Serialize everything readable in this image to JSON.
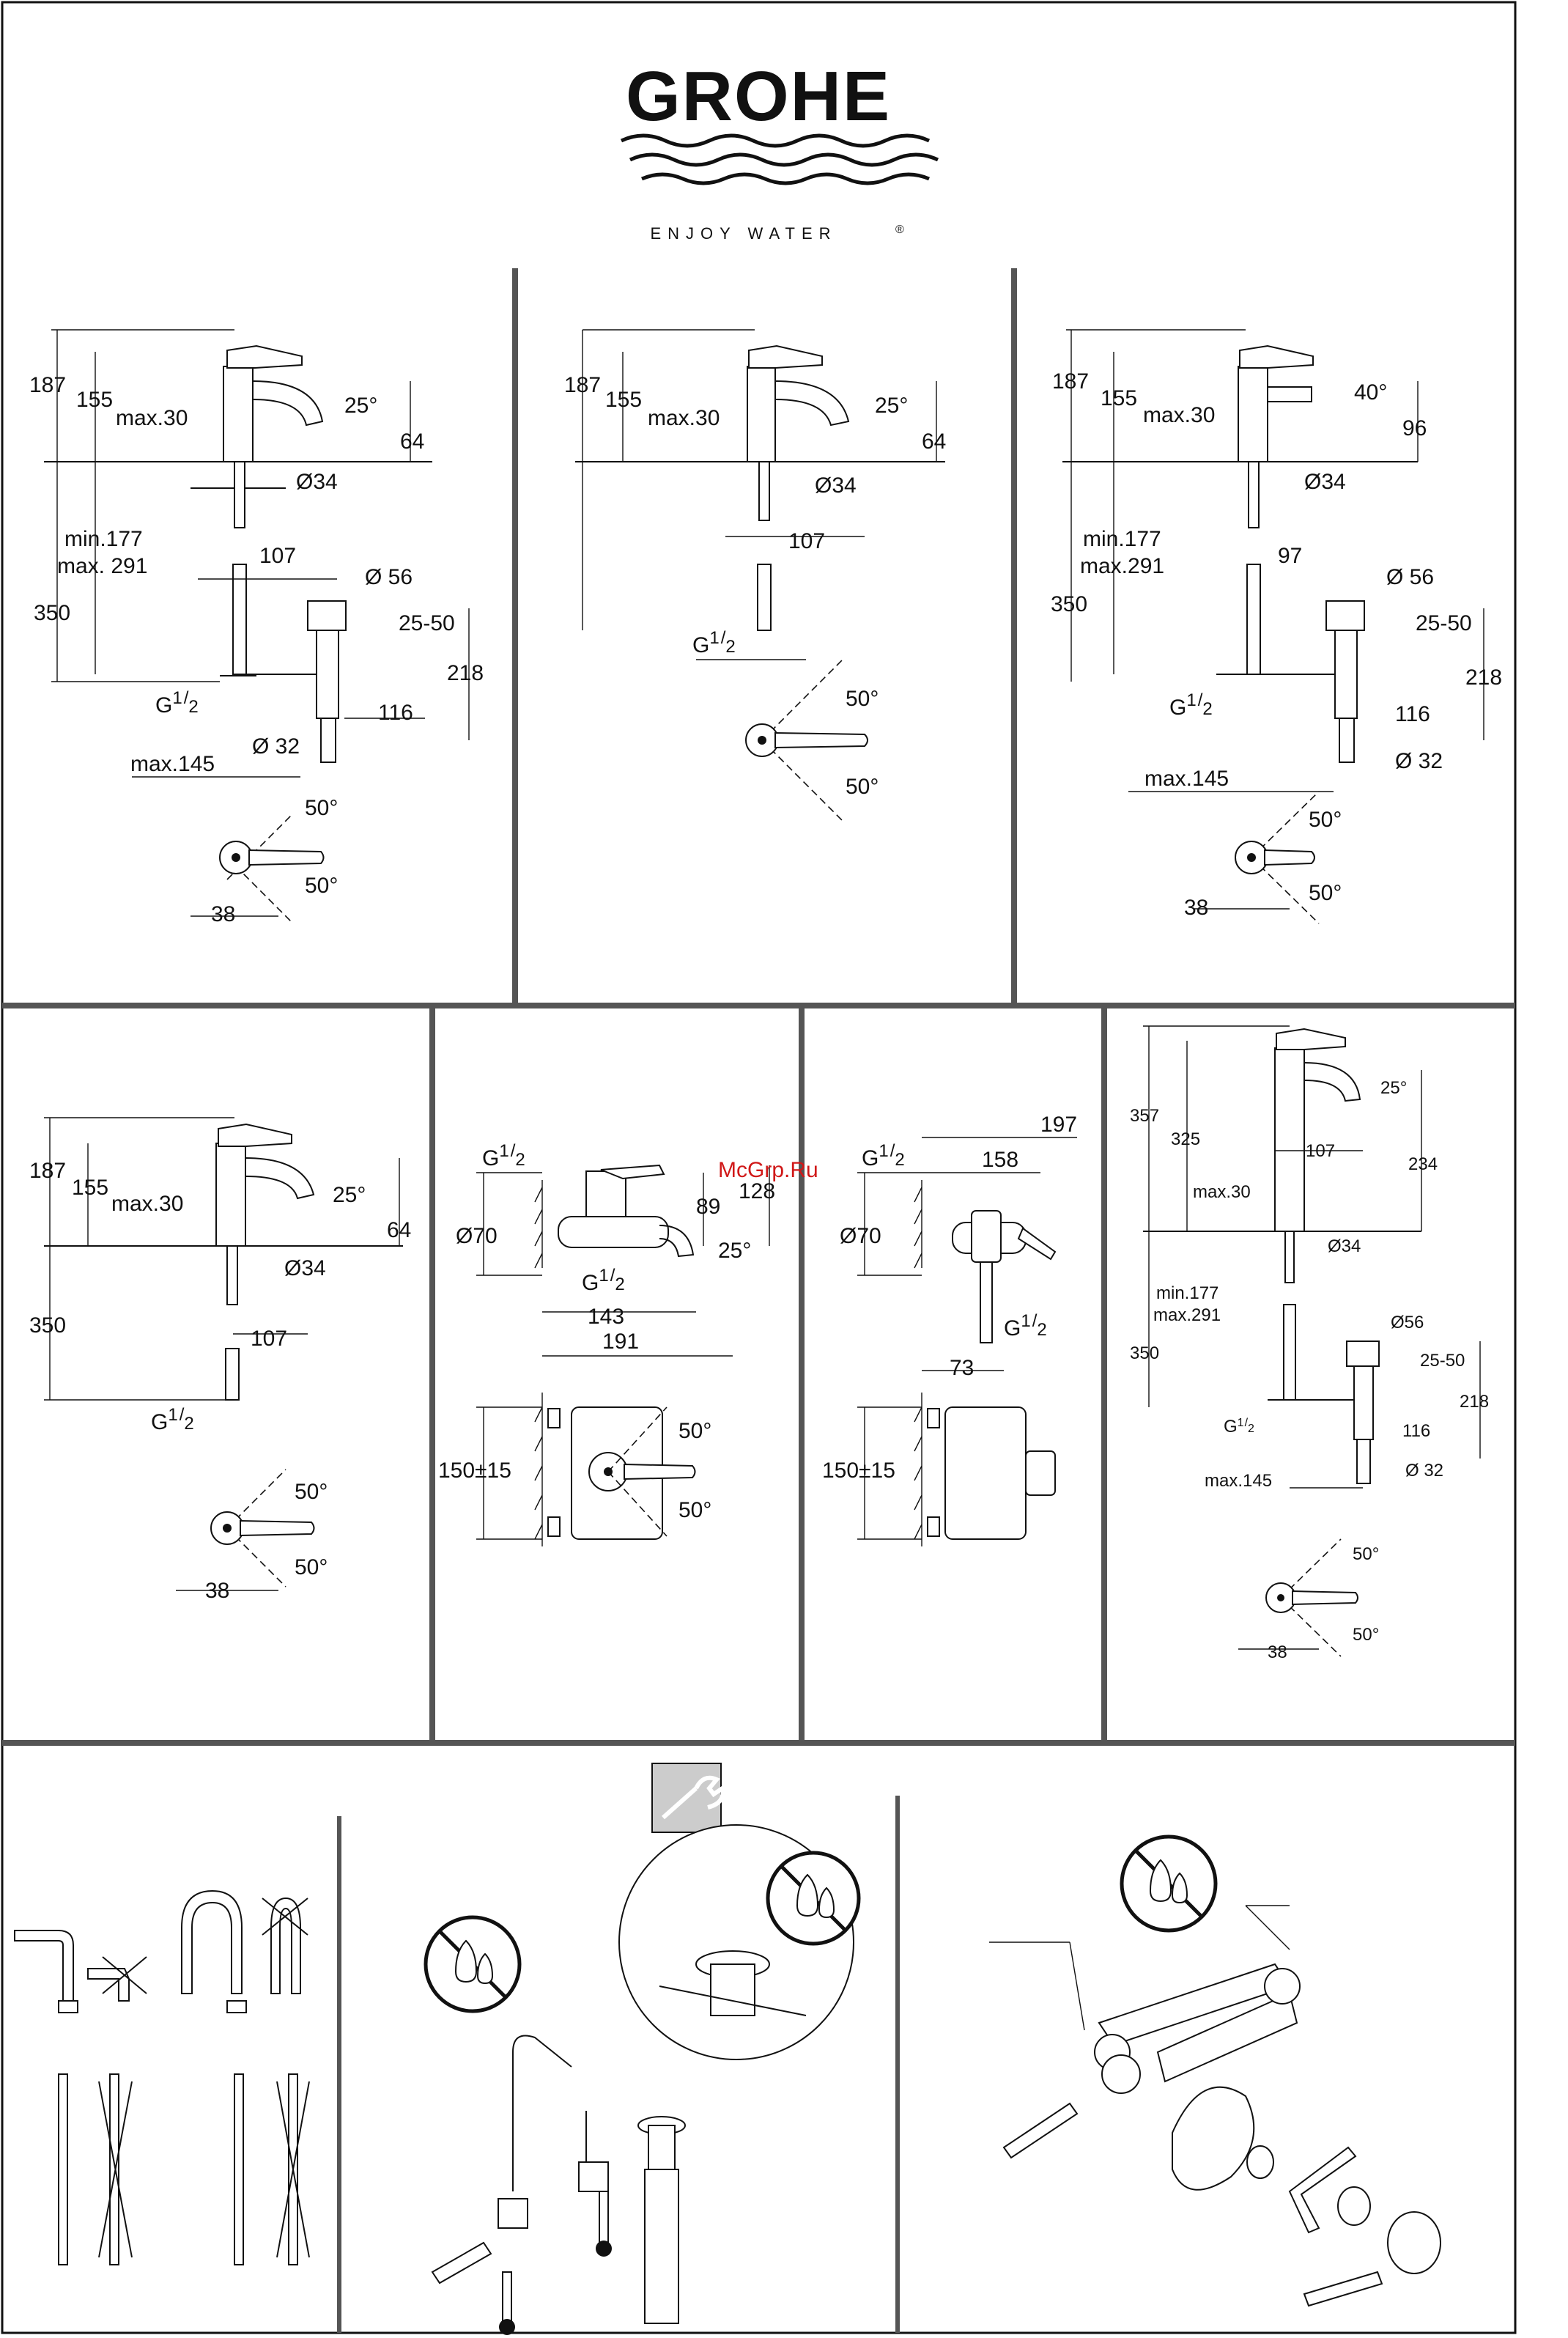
{
  "brand": {
    "name": "GROHE",
    "tagline": "ENJOY WATER",
    "registered": "®"
  },
  "watermark": "McGrp.Ru",
  "panel1": {
    "d187": "187",
    "d155": "155",
    "max30": "max.30",
    "angle": "25°",
    "d64": "64",
    "dia34": "Ø34",
    "min177": "min.177",
    "max291": "max. 291",
    "d107": "107",
    "dia56": "Ø 56",
    "d2550": "25-50",
    "d350": "350",
    "d218": "218",
    "d116": "116",
    "g": "G",
    "gsup": "1",
    "gsub": "2",
    "dia32": "Ø 32",
    "max145": "max.145",
    "a1": "50°",
    "a2": "50°",
    "d38": "38"
  },
  "panel2": {
    "d187": "187",
    "d155": "155",
    "max30": "max.30",
    "angle": "25°",
    "d64": "64",
    "dia34": "Ø34",
    "d107": "107",
    "g": "G",
    "gsup": "1",
    "gsub": "2",
    "a1": "50°",
    "a2": "50°"
  },
  "panel3": {
    "d187": "187",
    "d155": "155",
    "max30": "max.30",
    "angle": "40°",
    "d96": "96",
    "dia34": "Ø34",
    "min177": "min.177",
    "max291": "max.291",
    "d97": "97",
    "dia56": "Ø 56",
    "d2550": "25-50",
    "d350": "350",
    "d218": "218",
    "d116": "116",
    "g": "G",
    "gsup": "1",
    "gsub": "2",
    "dia32": "Ø 32",
    "max145": "max.145",
    "a1": "50°",
    "a2": "50°",
    "d38": "38"
  },
  "panel4": {
    "d187": "187",
    "d155": "155",
    "max30": "max.30",
    "angle": "25°",
    "d64": "64",
    "dia34": "Ø34",
    "d350": "350",
    "d107": "107",
    "g": "G",
    "gsup": "1",
    "gsub": "2",
    "a1": "50°",
    "a2": "50°",
    "d38": "38"
  },
  "panel5": {
    "g": "G",
    "gsup": "1",
    "gsub": "2",
    "dia70": "Ø70",
    "d89": "89",
    "d128": "128",
    "angle": "25°",
    "d143": "143",
    "d191": "191",
    "d150": "150±15",
    "a1": "50°",
    "a2": "50°",
    "g2": "G",
    "gsup2": "1",
    "gsub2": "2"
  },
  "panel6": {
    "g": "G",
    "gsup": "1",
    "gsub": "2",
    "dia70": "Ø70",
    "d197": "197",
    "d158": "158",
    "g2": "G",
    "gsup2": "1",
    "gsub2": "2",
    "d73": "73",
    "d150": "150±15"
  },
  "panel7": {
    "d357": "357",
    "d325": "325",
    "angle": "25°",
    "d107": "107",
    "d234": "234",
    "max30": "max.30",
    "dia34": "Ø34",
    "min177": "min.177",
    "max291": "max.291",
    "dia56": "Ø56",
    "d2550": "25-50",
    "d350": "350",
    "d218": "218",
    "g": "G",
    "gsup": "1",
    "gsub": "2",
    "d116": "116",
    "max145": "max.145",
    "dia32": "Ø 32",
    "a1": "50°",
    "a2": "50°",
    "d38": "38"
  }
}
